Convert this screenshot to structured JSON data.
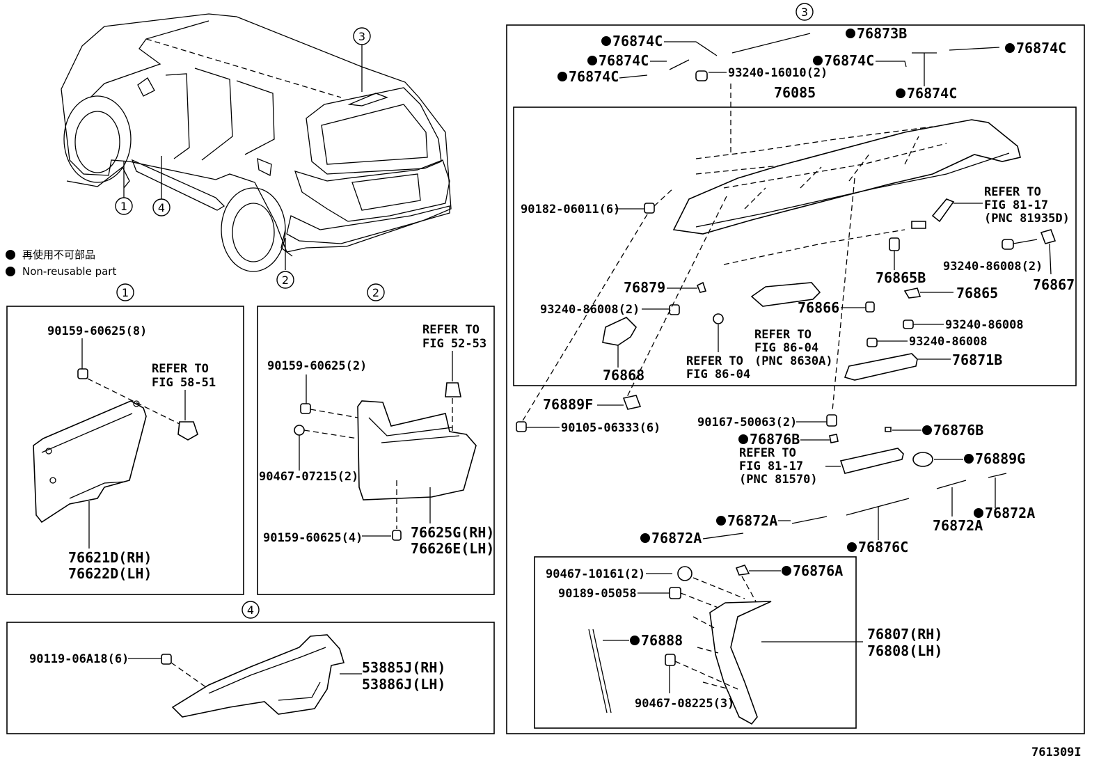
{
  "diagram_id": "761309I",
  "legend": {
    "jp": "再使用不可部品",
    "en": "Non-reusable part"
  },
  "callouts": {
    "c1": "1",
    "c2": "2",
    "c3": "3",
    "c4": "4"
  },
  "section1": {
    "bolt": "90159-60625(8)",
    "refer_a": "REFER TO",
    "refer_b": "FIG 58-51",
    "part_rh": "76621D(RH)",
    "part_lh": "76622D(LH)"
  },
  "section2": {
    "refer_a": "REFER TO",
    "refer_b": "FIG 52-53",
    "bolt_top": "90159-60625(2)",
    "washer": "90467-07215(2)",
    "bolt_bottom": "90159-60625(4)",
    "part_rh": "76625G(RH)",
    "part_lh": "76626E(LH)"
  },
  "section4": {
    "bolt": "90119-06A18(6)",
    "part_rh": "53885J(RH)",
    "part_lh": "53886J(LH)"
  },
  "section3": {
    "p76874c_1": "76874C",
    "p76873b": "76873B",
    "p76874c_2": "76874C",
    "p76874c_3": "76874C",
    "p76874c_4": "76874C",
    "p76874c_5": "76874C",
    "p76874c_6": "76874C",
    "screw_top": "93240-16010(2)",
    "spoiler": "76085",
    "nut": "90182-06011(6)",
    "refer_1a": "REFER TO",
    "refer_1b": "FIG 81-17",
    "refer_1c": "(PNC 81935D)",
    "p76879": "76879",
    "screw_l": "93240-86008(2)",
    "screw_r": "93240-86008(2)",
    "p76865b": "76865B",
    "p76867": "76867",
    "p76865": "76865",
    "p76866": "76866",
    "screw_s1": "93240-86008",
    "screw_s2": "93240-86008",
    "refer_2a": "REFER TO",
    "refer_2b": "FIG 86-04",
    "refer_2c": "(PNC 8630A)",
    "refer_3a": "REFER TO",
    "refer_3b": "FIG 86-04",
    "p76868": "76868",
    "p76871b": "76871B",
    "p76889f": "76889F",
    "screw_b": "90105-06333(6)",
    "screw_c": "90167-50063(2)",
    "p76876b_1": "76876B",
    "p76876b_2": "76876B",
    "refer_4a": "REFER TO",
    "refer_4b": "FIG 81-17",
    "refer_4c": "(PNC 81570)",
    "p76889g": "76889G",
    "p76872a_1": "76872A",
    "p76872a_2": "76872A",
    "p76872a_3": "76872A",
    "p76872a_4": "76872A",
    "p76876c": "76876C",
    "clip_a": "90467-10161(2)",
    "p76876a": "76876A",
    "clip_b": "90189-05058",
    "p76888": "76888",
    "clip_c": "90467-08225(3)",
    "garnish_rh": "76807(RH)",
    "garnish_lh": "76808(LH)"
  }
}
